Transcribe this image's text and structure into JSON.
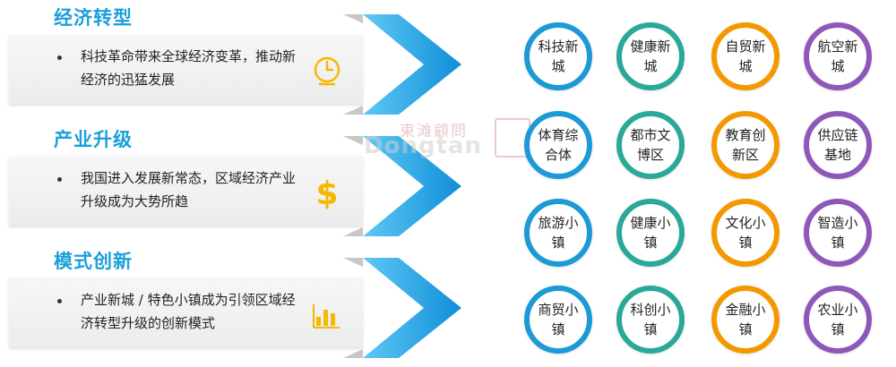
{
  "colors": {
    "title": "#1a9fd9",
    "chevron_light": "#5fc8f5",
    "chevron_dark": "#0f8ed8",
    "chevron_fold": "#c7c7c7",
    "icon_yellow": "#f6b800",
    "ring_blue": "#1c9ad6",
    "ring_teal": "#2aa89a",
    "ring_orange": "#f39800",
    "ring_purple": "#8e58b8"
  },
  "sections": [
    {
      "title": "经济转型",
      "desc": "科技革命带来全球经济变革，推动新经济的迅猛发展",
      "icon": "clock-icon"
    },
    {
      "title": "产业升级",
      "desc": "我国进入发展新常态，区域经济产业升级成为大势所趋",
      "icon": "dollar-icon"
    },
    {
      "title": "模式创新",
      "desc": "产业新城 / 特色小镇成为引领区域经济转型升级的创新模式",
      "icon": "bar-chart-icon"
    }
  ],
  "watermark": {
    "cn": "東滩顧問",
    "en": "Dongtan"
  },
  "circles": [
    {
      "label": "科技新城",
      "ring": "blue"
    },
    {
      "label": "健康新城",
      "ring": "teal"
    },
    {
      "label": "自贸新城",
      "ring": "orange"
    },
    {
      "label": "航空新城",
      "ring": "purple"
    },
    {
      "label": "体育综合体",
      "ring": "blue"
    },
    {
      "label": "都市文博区",
      "ring": "teal"
    },
    {
      "label": "教育创新区",
      "ring": "orange"
    },
    {
      "label": "供应链基地",
      "ring": "purple"
    },
    {
      "label": "旅游小镇",
      "ring": "blue"
    },
    {
      "label": "健康小镇",
      "ring": "teal"
    },
    {
      "label": "文化小镇",
      "ring": "orange"
    },
    {
      "label": "智造小镇",
      "ring": "purple"
    },
    {
      "label": "商贸小镇",
      "ring": "blue"
    },
    {
      "label": "科创小镇",
      "ring": "teal"
    },
    {
      "label": "金融小镇",
      "ring": "orange"
    },
    {
      "label": "农业小镇",
      "ring": "purple"
    }
  ]
}
